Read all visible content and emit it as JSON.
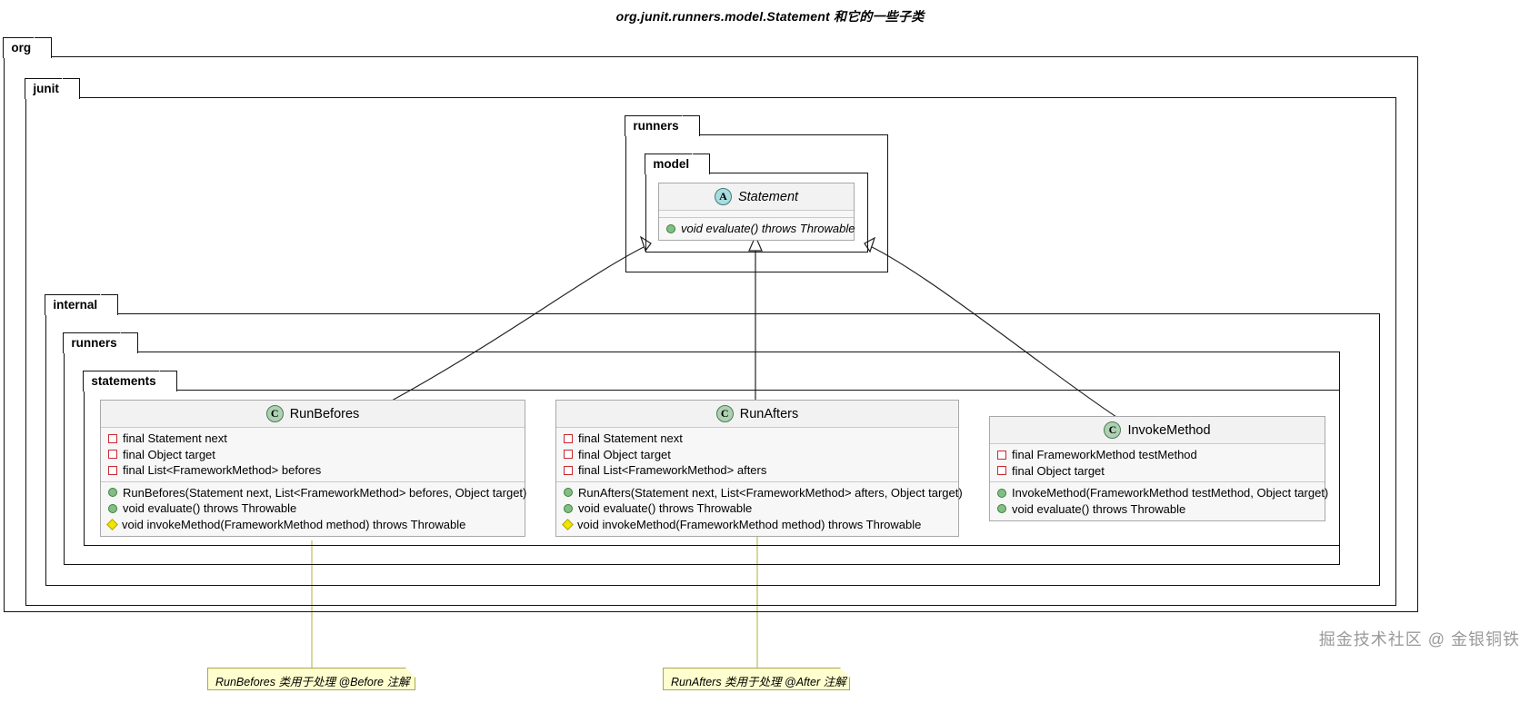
{
  "diagram": {
    "title": "org.junit.runners.model.Statement 和它的一些子类",
    "watermark": "掘金技术社区 @ 金银铜铁",
    "packages": [
      {
        "name": "org"
      },
      {
        "name": "junit"
      },
      {
        "name": "runners"
      },
      {
        "name": "model"
      },
      {
        "name": "internal"
      },
      {
        "name": "runners_internal",
        "label": "runners"
      },
      {
        "name": "statements"
      }
    ],
    "package_labels": {
      "org": "org",
      "junit": "junit",
      "runners": "runners",
      "model": "model",
      "internal": "internal",
      "runners_internal": "runners",
      "statements": "statements"
    },
    "classes": [
      {
        "id": "statement",
        "name": "Statement",
        "stereotype": "A",
        "abstract": true,
        "fields": [],
        "methods": [
          {
            "visibility": "public",
            "text": "void evaluate() throws Throwable",
            "abstract": true
          }
        ]
      },
      {
        "id": "runbefores",
        "name": "RunBefores",
        "stereotype": "C",
        "abstract": false,
        "fields": [
          {
            "visibility": "private",
            "text": "final Statement next"
          },
          {
            "visibility": "private",
            "text": "final Object target"
          },
          {
            "visibility": "private",
            "text": "final List<FrameworkMethod> befores"
          }
        ],
        "methods": [
          {
            "visibility": "public",
            "text": "RunBefores(Statement next, List<FrameworkMethod> befores, Object target)"
          },
          {
            "visibility": "public",
            "text": "void evaluate() throws Throwable"
          },
          {
            "visibility": "protected",
            "text": "void invokeMethod(FrameworkMethod method) throws Throwable"
          }
        ]
      },
      {
        "id": "runafters",
        "name": "RunAfters",
        "stereotype": "C",
        "abstract": false,
        "fields": [
          {
            "visibility": "private",
            "text": "final Statement next"
          },
          {
            "visibility": "private",
            "text": "final Object target"
          },
          {
            "visibility": "private",
            "text": "final List<FrameworkMethod> afters"
          }
        ],
        "methods": [
          {
            "visibility": "public",
            "text": "RunAfters(Statement next, List<FrameworkMethod> afters, Object target)"
          },
          {
            "visibility": "public",
            "text": "void evaluate() throws Throwable"
          },
          {
            "visibility": "protected",
            "text": "void invokeMethod(FrameworkMethod method) throws Throwable"
          }
        ]
      },
      {
        "id": "invokemethod",
        "name": "InvokeMethod",
        "stereotype": "C",
        "abstract": false,
        "fields": [
          {
            "visibility": "private",
            "text": "final FrameworkMethod testMethod"
          },
          {
            "visibility": "private",
            "text": "final Object target"
          }
        ],
        "methods": [
          {
            "visibility": "public",
            "text": "InvokeMethod(FrameworkMethod testMethod, Object target)"
          },
          {
            "visibility": "public",
            "text": "void evaluate() throws Throwable"
          }
        ]
      }
    ],
    "notes": [
      {
        "id": "note-runbefores",
        "text": "RunBefores 类用于处理 @Before 注解"
      },
      {
        "id": "note-runafters",
        "text": "RunAfters 类用于处理 @After 注解"
      }
    ],
    "relationships": [
      {
        "from": "RunBefores",
        "to": "Statement",
        "type": "generalization"
      },
      {
        "from": "RunAfters",
        "to": "Statement",
        "type": "generalization"
      },
      {
        "from": "InvokeMethod",
        "to": "Statement",
        "type": "generalization"
      }
    ],
    "colors": {
      "class_fill": "#F7F7F7",
      "class_border": "#A8A8A8",
      "class_badge": "#ADD1B2",
      "abstract_badge": "#A9DCDF",
      "note_fill": "#FEFECE",
      "note_border": "#A8A858",
      "private_marker": "#C82930",
      "public_marker": "#84BE84",
      "protected_marker": "#F2E500"
    }
  }
}
